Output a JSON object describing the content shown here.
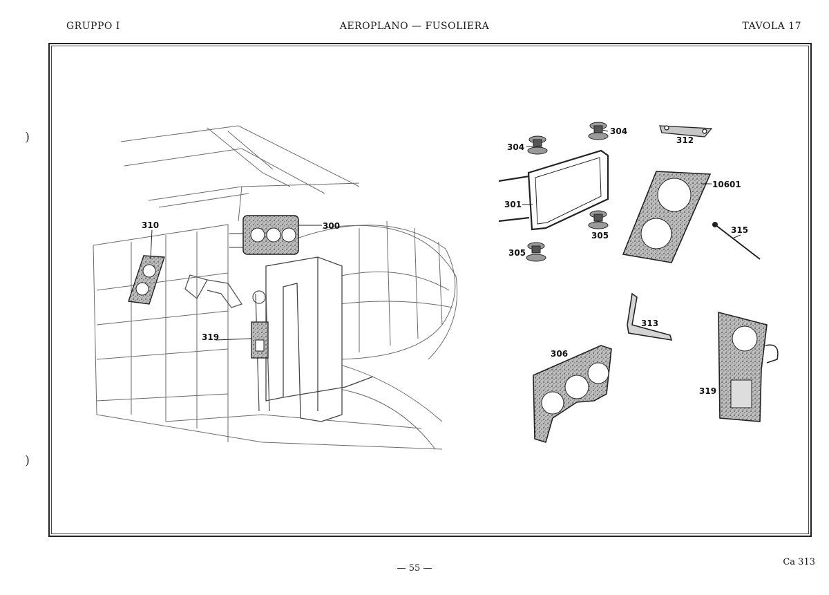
{
  "header": {
    "group": "GRUPPO I",
    "title": "AEROPLANO — FUSOLIERA",
    "plate": "TAVOLA 17"
  },
  "footer": {
    "page": "— 55 —",
    "model": "Ca 313"
  },
  "callouts": {
    "c310": "310",
    "c300": "300",
    "c319_left": "319",
    "c304_a": "304",
    "c304_b": "304",
    "c312": "312",
    "c10601": "10601",
    "c301": "301",
    "c305_a": "305",
    "c305_b": "305",
    "c315": "315",
    "c313": "313",
    "c306": "306",
    "c319_right": "319"
  }
}
